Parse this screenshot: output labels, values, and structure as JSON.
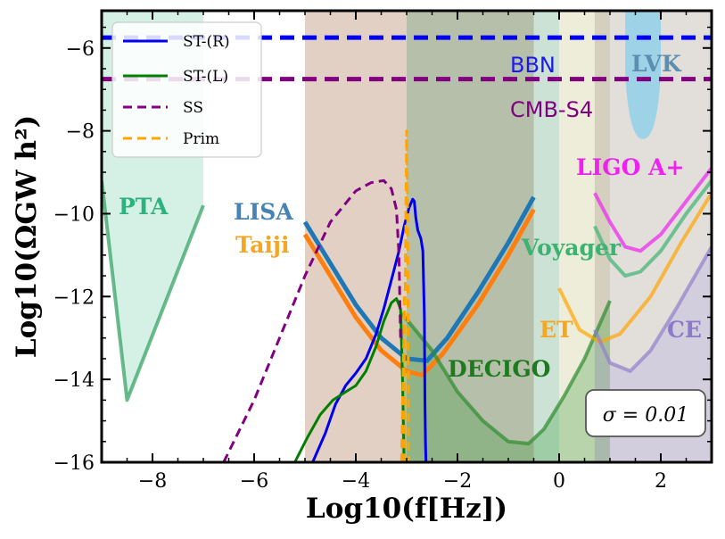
{
  "chart_data": {
    "type": "line",
    "xlabel": "Log10(f[Hz])",
    "ylabel": "Log10(ΩGW h²)",
    "xlim": [
      -9,
      3
    ],
    "ylim": [
      -16,
      -5.1
    ],
    "x_ticks": [
      "−8",
      "−6",
      "−4",
      "−2",
      "0",
      "2"
    ],
    "y_ticks": [
      "−6",
      "−8",
      "−10",
      "−12",
      "−14",
      "−16"
    ],
    "x_tick_values": [
      -8,
      -6,
      -4,
      -2,
      0,
      2
    ],
    "y_tick_values": [
      -6,
      -8,
      -10,
      -12,
      -14,
      -16
    ],
    "legend_position": "top-left",
    "annotation": "σ = 0.01",
    "series": [
      {
        "name": "ST-(R)",
        "color": "#0000ee",
        "style": "solid",
        "x": [
          -4.85,
          -4.6,
          -4.4,
          -4.2,
          -4.0,
          -3.8,
          -3.6,
          -3.45,
          -3.3,
          -3.15,
          -3.05,
          -2.95,
          -2.88,
          -2.85,
          -2.82,
          -2.78,
          -2.72,
          -2.68,
          -2.65,
          -2.64,
          -2.63,
          -2.62
        ],
        "y": [
          -16,
          -15.3,
          -14.6,
          -14.15,
          -13.85,
          -13.5,
          -12.9,
          -12.3,
          -11.6,
          -10.9,
          -10.3,
          -9.85,
          -9.65,
          -9.7,
          -10.1,
          -10.4,
          -10.6,
          -10.9,
          -12.5,
          -14.5,
          -15.5,
          -16
        ]
      },
      {
        "name": "ST-(L)",
        "color": "#008000",
        "style": "solid",
        "x": [
          -5.2,
          -4.95,
          -4.7,
          -4.45,
          -4.2,
          -4.0,
          -3.8,
          -3.6,
          -3.45,
          -3.3,
          -3.2,
          -3.12,
          -3.08,
          -3.05
        ],
        "y": [
          -16,
          -15.4,
          -14.85,
          -14.5,
          -14.3,
          -14.15,
          -13.8,
          -13.2,
          -12.6,
          -12.15,
          -12.05,
          -12.3,
          -14.0,
          -16
        ]
      },
      {
        "name": "SS",
        "color": "#800080",
        "style": "dashed",
        "x": [
          -6.6,
          -6.0,
          -5.5,
          -5.0,
          -4.5,
          -4.0,
          -3.7,
          -3.45,
          -3.3,
          -3.2,
          -3.15,
          -3.12
        ],
        "y": [
          -16,
          -14.5,
          -13.0,
          -11.5,
          -10.2,
          -9.45,
          -9.25,
          -9.2,
          -9.4,
          -9.9,
          -11.0,
          -13.0
        ]
      },
      {
        "name": "Prim",
        "color": "#ffa500",
        "style": "dashed",
        "x": [
          -3.1,
          -3.06,
          -3.03,
          -3.0,
          -2.98,
          -2.96
        ],
        "y": [
          -16,
          -13.2,
          -12.0,
          -8.0,
          -10.0,
          -16
        ]
      },
      {
        "name": "",
        "color": "#ffa500",
        "style": "dashed",
        "x": [
          -3.05,
          -3.05
        ],
        "y": [
          -12.0,
          -16
        ]
      }
    ],
    "reference_lines": [
      {
        "label": "BBN",
        "y": -5.75,
        "color": "#0000ee"
      },
      {
        "label": "CMB-S4",
        "y": -6.75,
        "color": "#800080"
      }
    ],
    "regions": [
      {
        "label": "PTA",
        "color": "#2db27d",
        "x": [
          -9,
          -7
        ],
        "ybottom": -14.5,
        "ytop": -5.1
      },
      {
        "label": "",
        "color": "#8b4513",
        "x": [
          -5,
          -0.5
        ],
        "ybottom": -16,
        "ytop": -5.1
      },
      {
        "label": "",
        "color": "#2e8b57",
        "x": [
          -3,
          0
        ],
        "ybottom": -16,
        "ytop": -5.1
      },
      {
        "label": "",
        "color": "#bdb76b",
        "x": [
          0,
          1
        ],
        "ybottom": -16,
        "ytop": -5.1
      },
      {
        "label": "",
        "color": "#8b7d6b",
        "x": [
          0.7,
          3
        ],
        "ybottom": -16,
        "ytop": -5.1
      },
      {
        "label": "LVK",
        "color": "#87ceeb",
        "x": [
          1.3,
          2.0
        ],
        "ybottom": -8.2,
        "ytop": -5.1
      }
    ],
    "sensitivity_curves": [
      {
        "label": "PTA",
        "color": "#2e9e5e",
        "x": [
          -9,
          -8.5,
          -7.0
        ],
        "y": [
          -9.2,
          -14.5,
          -9.8
        ]
      },
      {
        "label": "LISA",
        "color": "#1f77b4",
        "x": [
          -5.0,
          -4.5,
          -4.0,
          -3.5,
          -3.0,
          -2.6,
          -2.2,
          -1.6,
          -1.0,
          -0.5
        ],
        "y": [
          -10.2,
          -11.2,
          -12.2,
          -13.0,
          -13.5,
          -13.55,
          -13.0,
          -11.9,
          -10.7,
          -9.6
        ]
      },
      {
        "label": "Taiji",
        "color": "#ff7f0e",
        "x": [
          -5.0,
          -4.5,
          -4.0,
          -3.5,
          -3.0,
          -2.7,
          -2.3,
          -1.6,
          -1.0,
          -0.5
        ],
        "y": [
          -10.5,
          -11.5,
          -12.5,
          -13.3,
          -13.8,
          -13.9,
          -13.4,
          -12.2,
          -11.0,
          -9.9
        ]
      },
      {
        "label": "DECIGO",
        "color": "#2e8b2e",
        "x": [
          -3.1,
          -2.5,
          -2.0,
          -1.5,
          -1.0,
          -0.6,
          -0.3,
          0.1,
          0.5,
          1.0
        ],
        "y": [
          -12.4,
          -13.3,
          -14.3,
          -15.0,
          -15.5,
          -15.55,
          -15.2,
          -14.4,
          -13.5,
          -12.1
        ]
      },
      {
        "label": "ET",
        "color": "#ffa500",
        "x": [
          0,
          0.4,
          0.8,
          1.2,
          1.8,
          2.4,
          3.0
        ],
        "y": [
          -11.8,
          -12.8,
          -13.1,
          -12.9,
          -12.0,
          -10.7,
          -9.5
        ]
      },
      {
        "label": "CE",
        "color": "#9080cc",
        "x": [
          0.7,
          1.0,
          1.4,
          1.8,
          2.3,
          3.0
        ],
        "y": [
          -12.8,
          -13.6,
          -13.8,
          -13.3,
          -12.3,
          -10.8
        ]
      },
      {
        "label": "Voyager",
        "color": "#3cb371",
        "x": [
          0.7,
          1.0,
          1.3,
          1.6,
          2.0,
          2.5,
          3.0
        ],
        "y": [
          -10.3,
          -11.1,
          -11.5,
          -11.4,
          -10.9,
          -10.0,
          -9.2
        ]
      },
      {
        "label": "LIGO A+",
        "color": "#ee22ee",
        "x": [
          0.7,
          1.0,
          1.3,
          1.6,
          2.0,
          2.5,
          3.0
        ],
        "y": [
          -9.5,
          -10.2,
          -10.8,
          -10.9,
          -10.5,
          -9.7,
          -8.9
        ]
      }
    ]
  }
}
